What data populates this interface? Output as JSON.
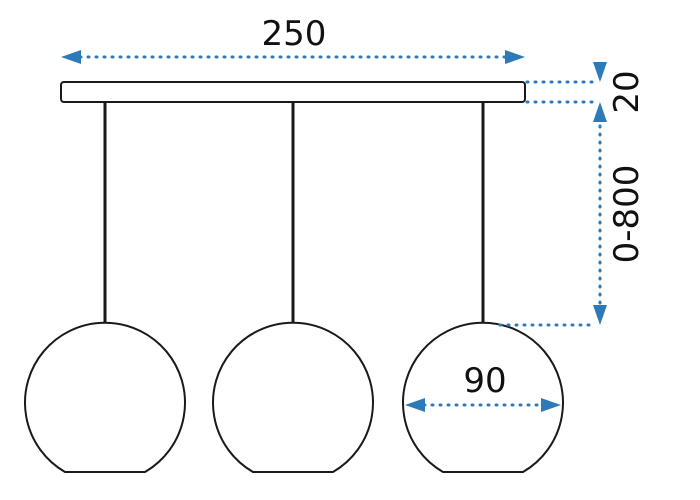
{
  "dimensions": {
    "canopy_width": "250",
    "canopy_height": "20",
    "cord_length": "0-800",
    "globe_diameter": "90"
  },
  "colors": {
    "dimension": "#2d7ab8",
    "outline": "#1a1a1a"
  }
}
